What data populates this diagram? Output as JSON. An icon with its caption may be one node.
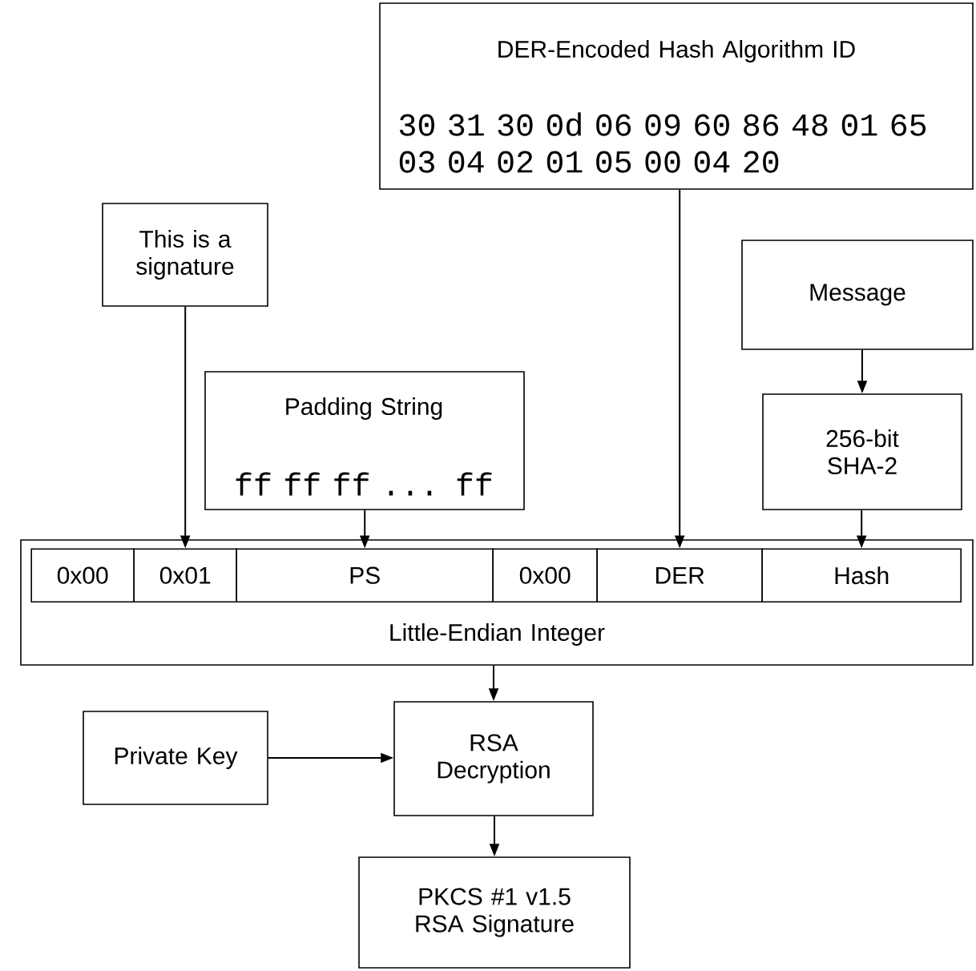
{
  "diagram": {
    "nodes": [
      {
        "text": [
          "DER-Encoded Hash Algorithm ID",
          "30 31 30 0d 06 09 60 86 48 01 65 03 04 02 01 05 00 04 20"
        ]
      },
      {
        "text": [
          "This is a signature"
        ]
      },
      {
        "text": [
          "Message"
        ]
      },
      {
        "text": [
          "Padding String",
          "ff ff ff ... ff"
        ]
      },
      {
        "text": [
          "256-bit SHA-2"
        ]
      },
      {
        "text": [
          "Little-Endian Integer"
        ]
      },
      {
        "text": [
          "0x00"
        ],
        "in": 5
      },
      {
        "text": [
          "0x01"
        ],
        "in": 5
      },
      {
        "text": [
          "PS"
        ],
        "in": 5
      },
      {
        "text": [
          "0x00"
        ],
        "in": 5
      },
      {
        "text": [
          "DER"
        ],
        "in": 5
      },
      {
        "text": [
          "Hash"
        ],
        "in": 5
      },
      {
        "text": [
          "Private Key"
        ]
      },
      {
        "text": [
          "RSA Decryption"
        ]
      },
      {
        "text": [
          "PKCS #1 v1.5 RSA Signature"
        ]
      }
    ],
    "edges": [
      {
        "from": 1,
        "to": 7,
        "arrow": "to"
      },
      {
        "from": 3,
        "to": 8,
        "arrow": "to"
      },
      {
        "from": 0,
        "to": 10,
        "arrow": "to"
      },
      {
        "from": 2,
        "to": 4,
        "arrow": "to"
      },
      {
        "from": 4,
        "to": 11,
        "arrow": "to"
      },
      {
        "from": 5,
        "to": 13,
        "arrow": "to"
      },
      {
        "from": 12,
        "to": 13,
        "arrow": "to"
      },
      {
        "from": 13,
        "to": 14,
        "arrow": "to"
      }
    ]
  }
}
